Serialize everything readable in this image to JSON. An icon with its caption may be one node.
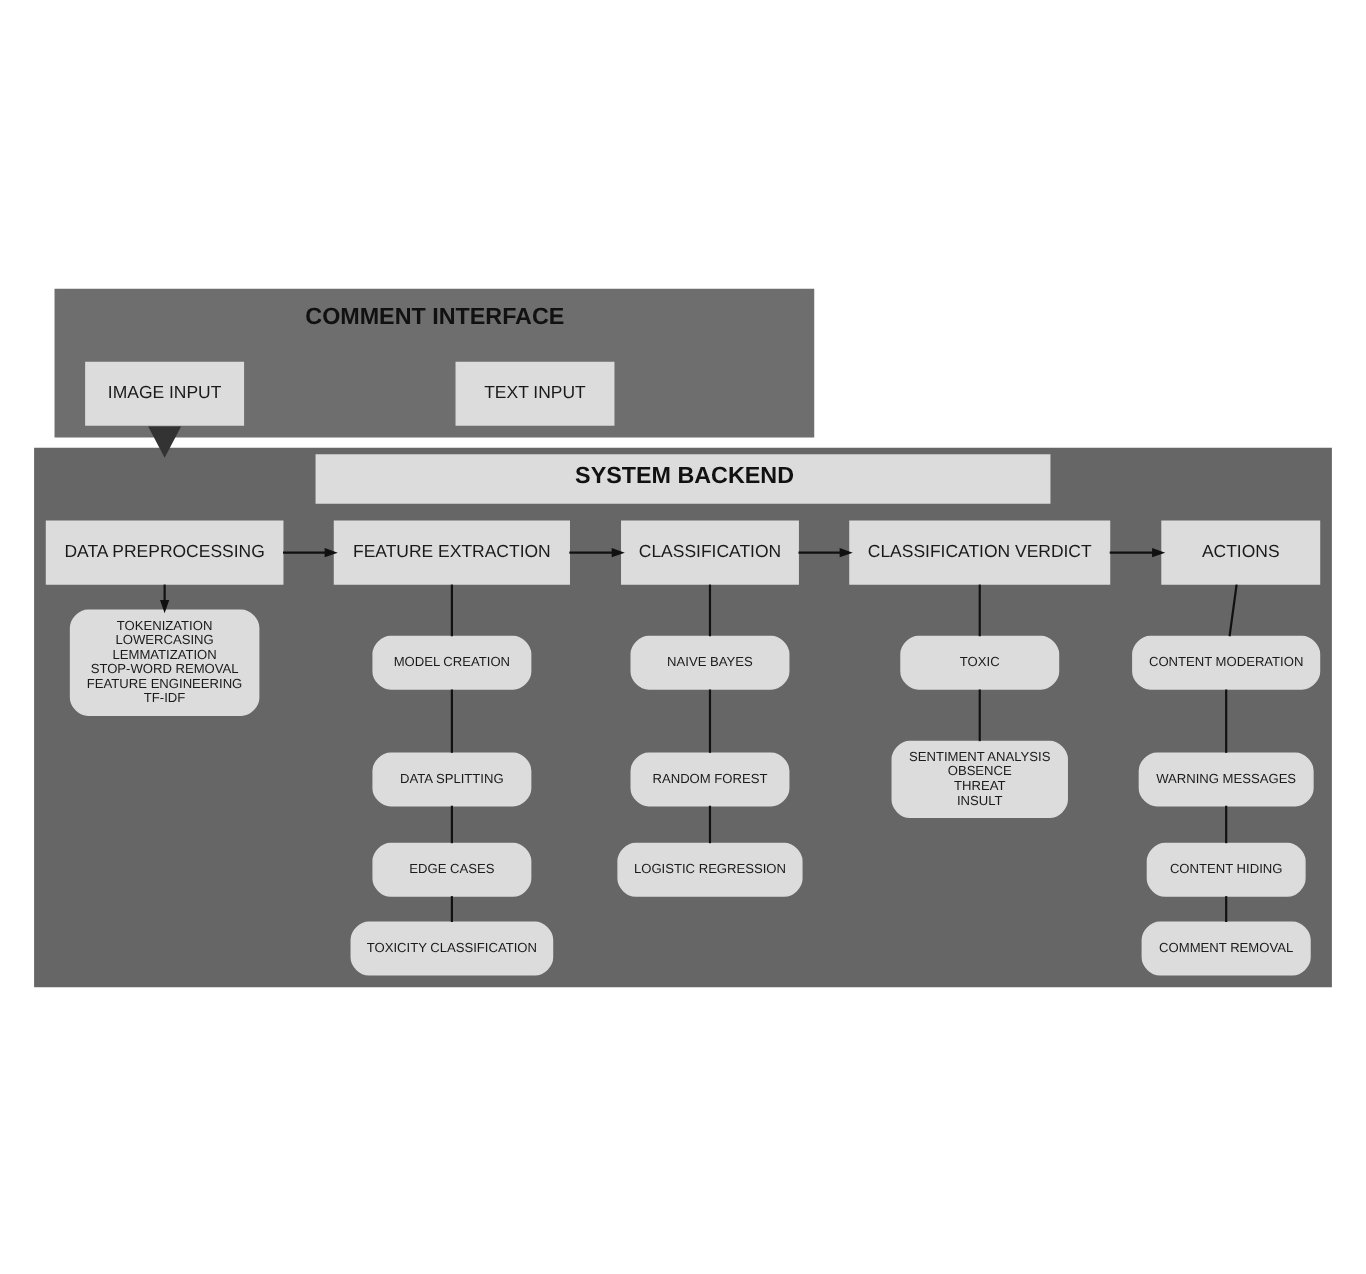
{
  "diagram": {
    "nodes": [
      {
        "text": [
          "COMMENT INTERFACE"
        ]
      },
      {
        "text": [
          "TEXT INPUT"
        ],
        "in": 0
      },
      {
        "text": [
          "IMAGE INPUT"
        ],
        "in": 0
      },
      {
        "text": [
          "SYSTEM BACKEND"
        ]
      },
      {
        "text": [
          "DATA PREPROCESSING"
        ],
        "in": 3
      },
      {
        "text": [
          "TOKENIZATION",
          "LOWERCASING",
          "LEMMATIZATION",
          "STOP-WORD REMOVAL",
          "FEATURE ENGINEERING",
          "TF-IDF"
        ],
        "in": 3
      },
      {
        "text": [
          "FEATURE EXTRACTION"
        ],
        "in": 3
      },
      {
        "text": [
          "MODEL CREATION"
        ],
        "in": 3
      },
      {
        "text": [
          "DATA SPLITTING"
        ],
        "in": 3
      },
      {
        "text": [
          "EDGE CASES"
        ],
        "in": 3
      },
      {
        "text": [
          "TOXICITY CLASSIFICATION"
        ],
        "in": 3
      },
      {
        "text": [
          "CLASSIFICATION"
        ],
        "in": 3
      },
      {
        "text": [
          "NAIVE BAYES"
        ],
        "in": 3
      },
      {
        "text": [
          "RANDOM FOREST"
        ],
        "in": 3
      },
      {
        "text": [
          "LOGISTIC REGRESSION"
        ],
        "in": 3
      },
      {
        "text": [
          "CLASSIFICATION VERDICT"
        ],
        "in": 3
      },
      {
        "text": [
          "TOXIC"
        ],
        "in": 3
      },
      {
        "text": [
          "SENTIMENT ANALYSIS",
          "OBSENCE",
          "THREAT",
          "INSULT"
        ],
        "in": 3
      },
      {
        "text": [
          "ACTIONS"
        ],
        "in": 3
      },
      {
        "text": [
          "CONTENT MODERATION"
        ],
        "in": 3
      },
      {
        "text": [
          "WARNING MESSAGES"
        ],
        "in": 3
      },
      {
        "text": [
          "CONTENT HIDING"
        ],
        "in": 3
      },
      {
        "text": [
          "COMMENT REMOVAL"
        ],
        "in": 3
      }
    ],
    "edges": [
      {
        "from": 0,
        "to": 3,
        "arrow": "to",
        "style": "thick",
        "color": "#333333"
      },
      {
        "from": 4,
        "to": 6,
        "arrow": "to"
      },
      {
        "from": 6,
        "to": 11,
        "arrow": "to"
      },
      {
        "from": 11,
        "to": 15,
        "arrow": "to"
      },
      {
        "from": 15,
        "to": 18,
        "arrow": "to"
      },
      {
        "from": 4,
        "to": 5,
        "arrow": "to"
      },
      {
        "from": 6,
        "to": 7,
        "arrow": "none"
      },
      {
        "from": 7,
        "to": 8,
        "arrow": "none"
      },
      {
        "from": 8,
        "to": 9,
        "arrow": "none"
      },
      {
        "from": 9,
        "to": 10,
        "arrow": "none"
      },
      {
        "from": 11,
        "to": 12,
        "arrow": "none"
      },
      {
        "from": 12,
        "to": 13,
        "arrow": "none"
      },
      {
        "from": 13,
        "to": 14,
        "arrow": "none"
      },
      {
        "from": 15,
        "to": 16,
        "arrow": "none"
      },
      {
        "from": 16,
        "to": 17,
        "arrow": "none"
      },
      {
        "from": 18,
        "to": 19,
        "arrow": "none"
      },
      {
        "from": 19,
        "to": 20,
        "arrow": "none"
      },
      {
        "from": 20,
        "to": 21,
        "arrow": "none"
      },
      {
        "from": 21,
        "to": 22,
        "arrow": "none"
      }
    ]
  }
}
